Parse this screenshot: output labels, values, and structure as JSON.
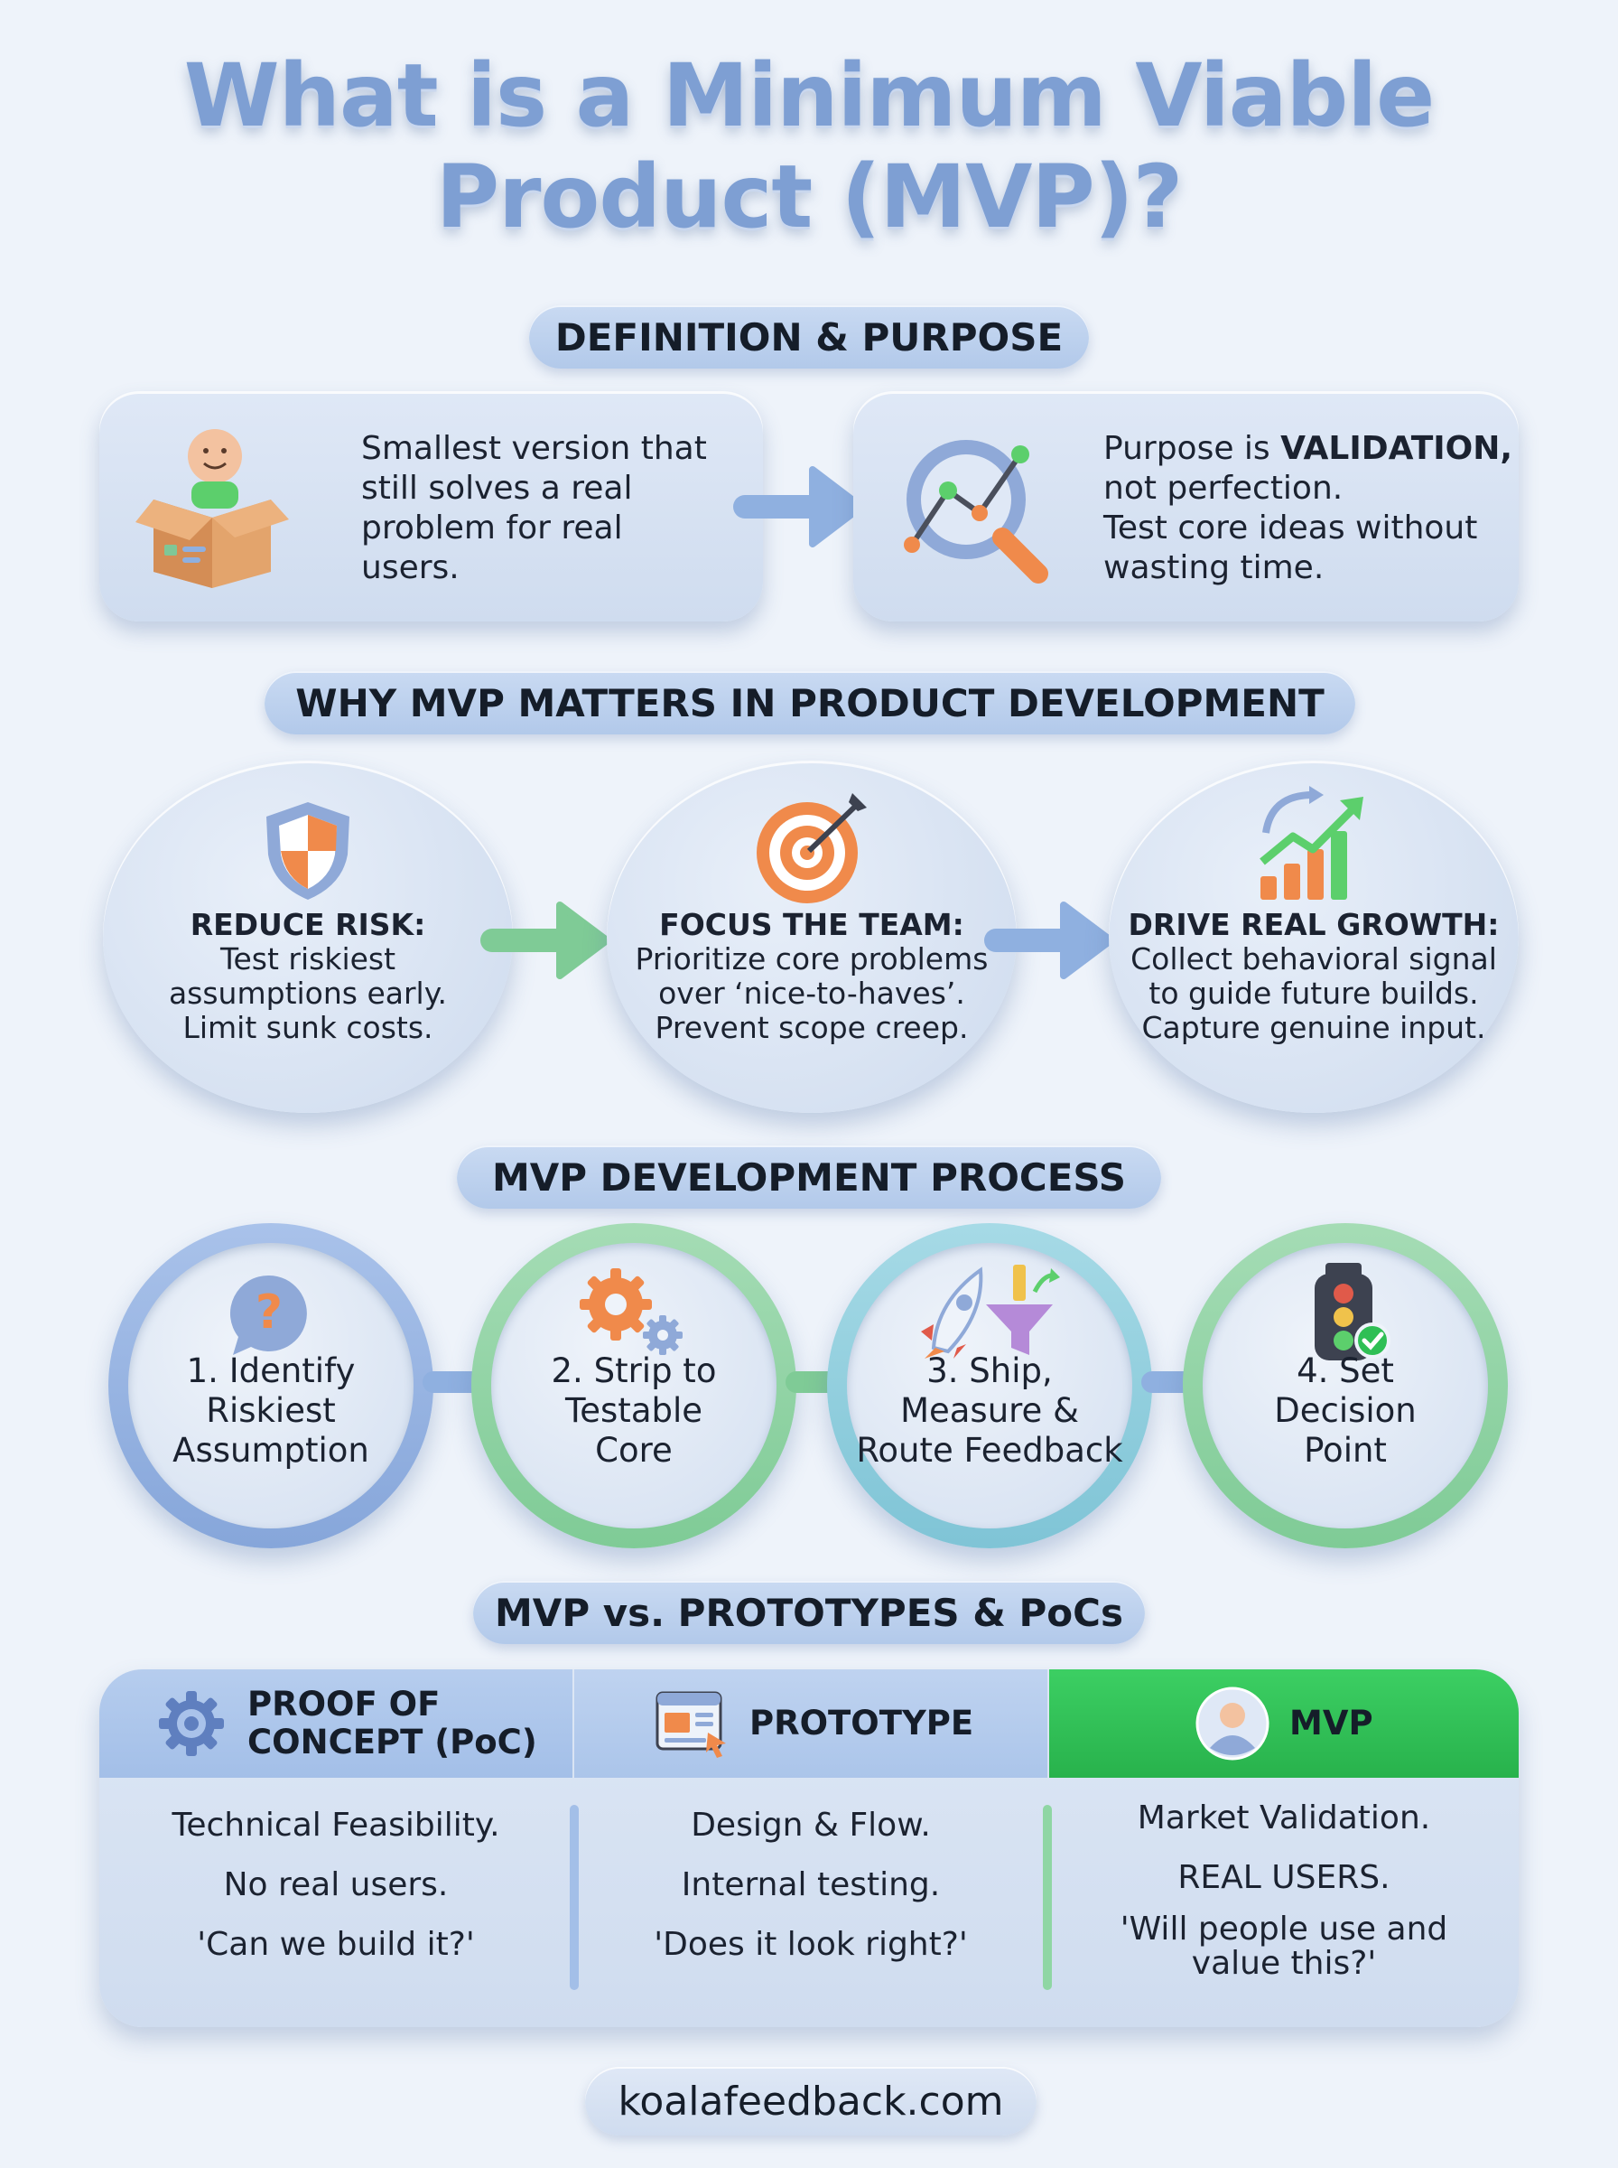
{
  "title": {
    "line1": "What is a Minimum Viable",
    "line2": "Product (MVP)?"
  },
  "sections": {
    "definition": "DEFINITION & PURPOSE",
    "why": "WHY MVP MATTERS IN PRODUCT DEVELOPMENT",
    "process": "MVP DEVELOPMENT PROCESS",
    "compare": "MVP vs. PROTOTYPES & PoCs"
  },
  "definition": {
    "card1": [
      "Smallest version that",
      "still solves a real",
      "problem for real",
      "users."
    ],
    "card2_bold": "VALIDATION,",
    "card2": [
      "Purpose is",
      "not perfection.",
      "Test core ideas without",
      "wasting time."
    ]
  },
  "why": [
    {
      "heading": "REDUCE RISK:",
      "lines": [
        "Test riskiest",
        "assumptions early.",
        "Limit sunk costs."
      ],
      "icon": "shield-icon"
    },
    {
      "heading": "FOCUS THE TEAM:",
      "lines": [
        "Prioritize core problems",
        "over ‘nice-to-haves’.",
        "Prevent scope creep."
      ],
      "icon": "target-icon"
    },
    {
      "heading": "DRIVE REAL GROWTH:",
      "lines": [
        "Collect behavioral signal",
        "to guide future builds.",
        "Capture genuine input."
      ],
      "icon": "growth-chart-icon"
    }
  ],
  "process": [
    {
      "lines": [
        "1. Identify",
        "Riskiest",
        "Assumption"
      ],
      "icon": "question-bubble-icon"
    },
    {
      "lines": [
        "2. Strip to",
        "Testable",
        "Core"
      ],
      "icon": "gears-icon"
    },
    {
      "lines": [
        "3. Ship,",
        "Measure &",
        "Route Feedback"
      ],
      "icon": "rocket-funnel-icon"
    },
    {
      "lines": [
        "4. Set",
        "Decision",
        "Point"
      ],
      "icon": "traffic-light-icon"
    }
  ],
  "compare": {
    "headers": [
      "PROOF OF",
      "CONCEPT (PoC)",
      "PROTOTYPE",
      "MVP"
    ],
    "poc": [
      "Technical Feasibility.",
      "No real users.",
      "'Can we build it?'"
    ],
    "prototype": [
      "Design & Flow.",
      "Internal testing.",
      "'Does it look right?'"
    ],
    "mvp": [
      "Market Validation.",
      "REAL USERS.",
      "'Will people use and",
      "value this?'"
    ]
  },
  "footer": "koalafeedback.com",
  "colors": {
    "title": "#7e9fd3",
    "blue": "#8fb0e0",
    "green": "#7fcb96",
    "teal": "#7fc4d6",
    "mvp_header": "#2fbf55",
    "orange": "#f08a4b"
  }
}
